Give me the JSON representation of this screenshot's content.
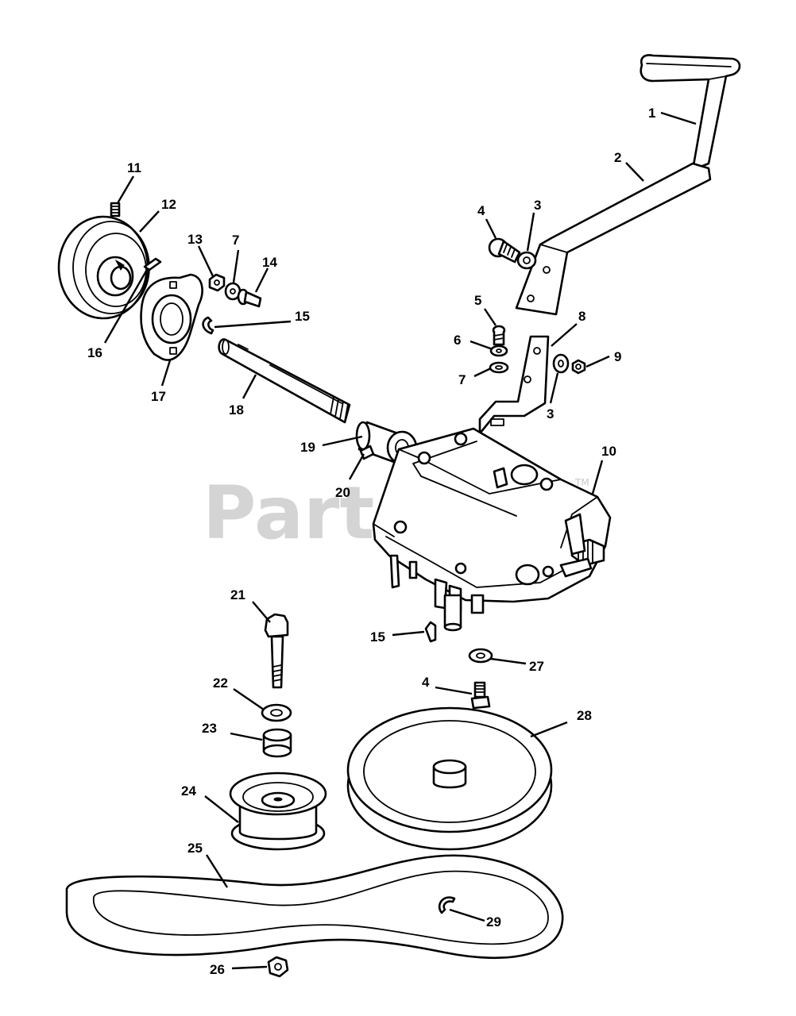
{
  "watermark": {
    "text": "PartsTree",
    "trademark": "TM"
  },
  "callouts": {
    "c1": "1",
    "c2": "2",
    "c3a": "3",
    "c3b": "3",
    "c4a": "4",
    "c4b": "4",
    "c5": "5",
    "c6": "6",
    "c7a": "7",
    "c7b": "7",
    "c8": "8",
    "c9": "9",
    "c10": "10",
    "c11": "11",
    "c12": "12",
    "c13": "13",
    "c14": "14",
    "c15a": "15",
    "c15b": "15",
    "c16": "16",
    "c17": "17",
    "c18": "18",
    "c19": "19",
    "c20": "20",
    "c21": "21",
    "c22": "22",
    "c23": "23",
    "c24": "24",
    "c25": "25",
    "c26": "26",
    "c27": "27",
    "c28": "28",
    "c29": "29"
  }
}
